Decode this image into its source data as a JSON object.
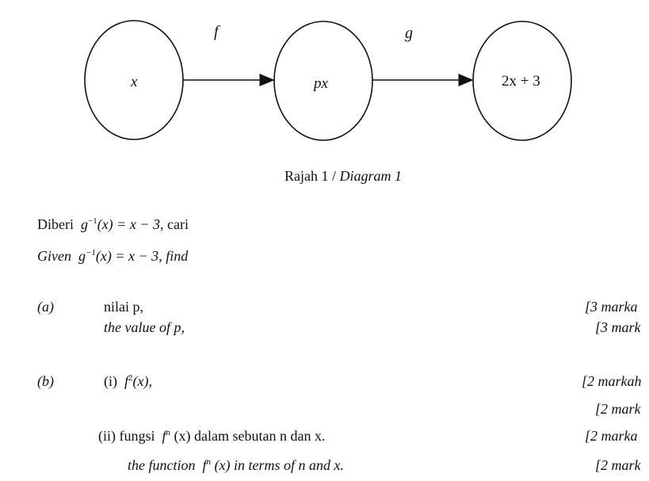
{
  "diagram": {
    "nodes": [
      "x",
      "px",
      "2x + 3"
    ],
    "arrows": [
      "f",
      "g"
    ],
    "caption_my": "Rajah 1 / ",
    "caption_en": "Diagram 1"
  },
  "given": {
    "my_prefix": "Diberi",
    "my_expr": "(x) = x − 3",
    "my_suffix": ", cari",
    "en_prefix": "Given",
    "en_expr": "(x) = x − 3",
    "en_suffix": ", find",
    "fn": "g",
    "sup": "−1"
  },
  "part_a": {
    "label": "(a)",
    "text_my": "nilai p,",
    "text_en": "the value of p,",
    "marks_my": "[3 marka",
    "marks_en": "[3 mark"
  },
  "part_b": {
    "label": "(b)",
    "i_prefix": "(i)",
    "i_fn": "f",
    "i_sup": "2",
    "i_expr": "(x),",
    "i_marks_my": "[2 markah",
    "i_marks_en": "[2 mark",
    "ii_prefix": "(ii) fungsi",
    "ii_fn": "f",
    "ii_sup": "n",
    "ii_text_my": "(x) dalam sebutan n dan x.",
    "ii_marks_my": "[2 marka",
    "ii_en_prefix": "the function",
    "ii_fn_en": "f",
    "ii_sup_en": "n",
    "ii_text_en": "(x) in terms of n and x.",
    "ii_marks_en": "[2 mark"
  }
}
